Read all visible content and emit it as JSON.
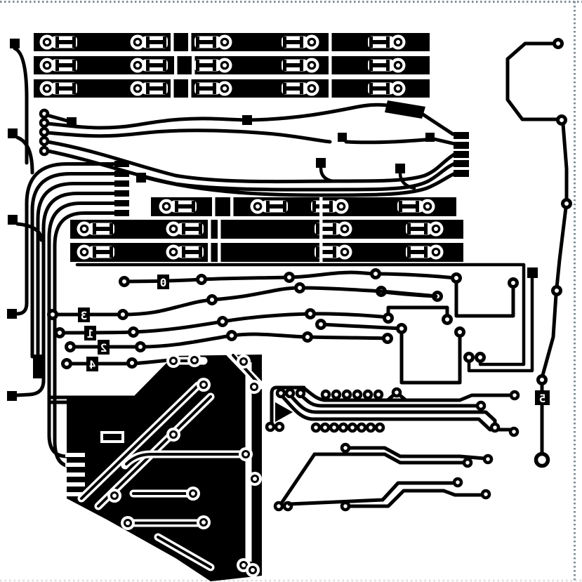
{
  "board": {
    "background_color": "#ffffff",
    "copper_color": "#000000",
    "border_top_color": "#7e8e99",
    "border_right_color": "#7e8e99",
    "border_bottom_color": "#d8dbde",
    "text_mirrored": true,
    "labels": [
      {
        "text": "0"
      },
      {
        "text": "3"
      },
      {
        "text": "1"
      },
      {
        "text": "2"
      },
      {
        "text": "4"
      },
      {
        "text": "5"
      }
    ]
  }
}
